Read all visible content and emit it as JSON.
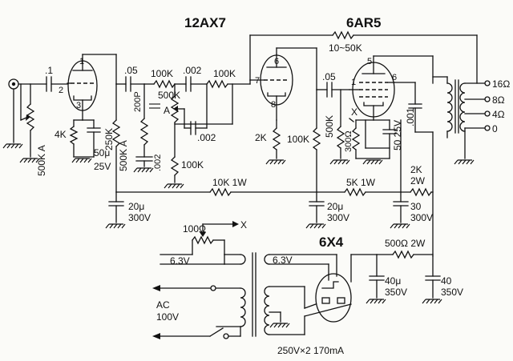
{
  "tubes": {
    "preamp": "12AX7",
    "output": "6AR5",
    "rectifier": "6X4"
  },
  "labels": {
    "c_in": ".1",
    "r_vol": "500K A",
    "r_k1": "4K",
    "c_k1_val": "50μ",
    "c_k1_v": "25V",
    "pin1": "1",
    "pin2": "2",
    "pin3": "3",
    "c_05a": ".05",
    "r_250k": "250K",
    "r_500ka": "500K A",
    "c_200p": "200P",
    "r_100k_a": "100K",
    "c_002_a": ".002",
    "r_100k_b": "100K",
    "r_500k_t": "500K",
    "tone_a": "A",
    "c_002_b": ".002",
    "c_002_c": ".002",
    "r_100k_c": "100K",
    "pin6": "6",
    "pin7": "7",
    "pin8": "8",
    "r_2k_k": "2K",
    "r_100k_p": "100K",
    "c_05b": ".05",
    "r_500k_g": "500K",
    "x_mark": "X",
    "r_300": "300Ω",
    "c_50_25": "50 25V",
    "pin_o1": "1",
    "pin_o5": "5",
    "pin_o6": "6",
    "c_001": ".001",
    "r_fb": "10~50K",
    "tap16": "16Ω",
    "tap8": "8Ω",
    "tap4": "4Ω",
    "tap0": "0",
    "r_10k": "10K 1W",
    "r_5k": "5K 1W",
    "r_2k2w_a": "2K",
    "r_2k2w_b": "2W",
    "c_20a_val": "20μ",
    "c_20a_v": "300V",
    "c_20b_val": "20μ",
    "c_20b_v": "300V",
    "c_30_val": "30",
    "c_30_v": "300V",
    "r_hum": "100Ω",
    "x_hum": "X",
    "heater1": "6.3V",
    "heater2": "6.3V",
    "ac_1": "AC",
    "ac_2": "100V",
    "r_500": "500Ω 2W",
    "c_40a_val": "40μ",
    "c_40a_v": "350V",
    "c_40b_val": "40",
    "c_40b_v": "350V",
    "hv": "250V×2 170mA"
  }
}
